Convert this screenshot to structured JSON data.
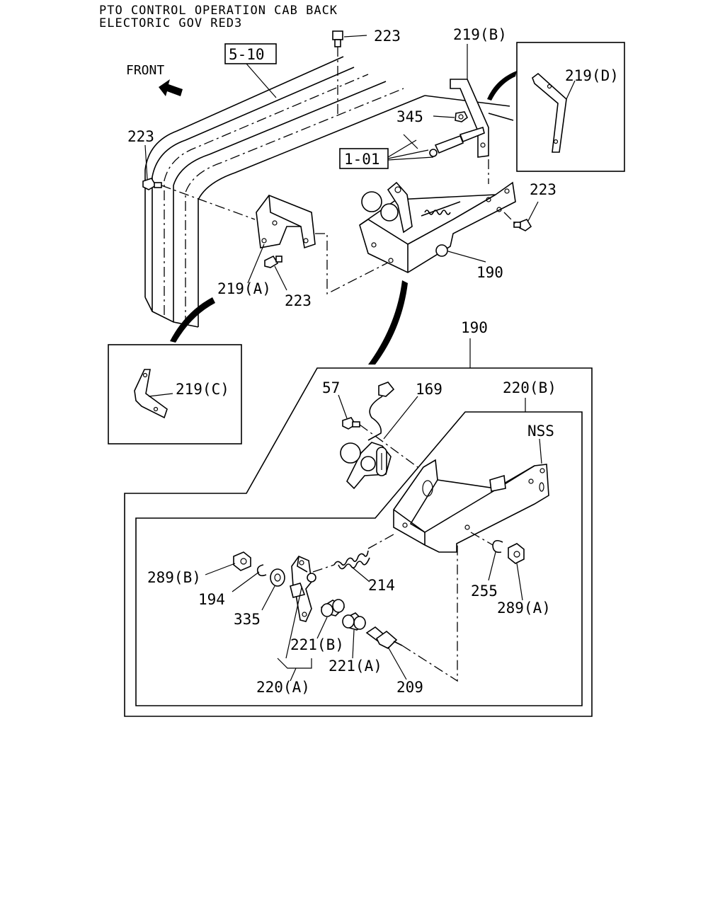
{
  "title": {
    "line1": "PTO CONTROL OPERATION CAB BACK",
    "line2": "ELECTORIC GOV RED3"
  },
  "front_label": "FRONT",
  "ref_boxes": [
    "5-10",
    "1-01"
  ],
  "callouts": {
    "c223_top": "223",
    "c219b": "219(B)",
    "c219d": "219(D)",
    "c345": "345",
    "c223_left": "223",
    "c223_right": "223",
    "c190_upper": "190",
    "c219a": "219(A)",
    "c223_bottom": "223",
    "c190_lower": "190",
    "c219c": "219(C)",
    "c57": "57",
    "c169": "169",
    "c220b": "220(B)",
    "nss": "NSS",
    "c289b": "289(B)",
    "c194": "194",
    "c335": "335",
    "c214": "214",
    "c255": "255",
    "c289a": "289(A)",
    "c221b": "221(B)",
    "c221a": "221(A)",
    "c220a": "220(A)",
    "c209": "209"
  }
}
